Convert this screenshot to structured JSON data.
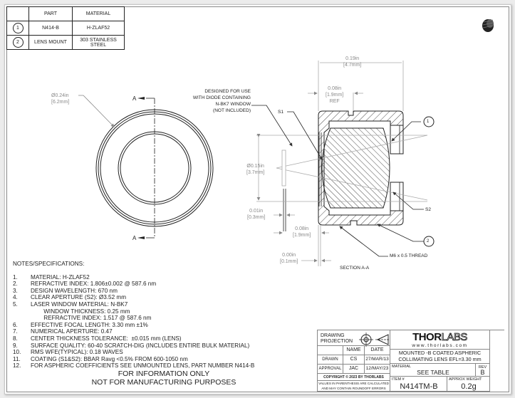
{
  "parts_table": {
    "headers": [
      "",
      "PART",
      "MATERIAL"
    ],
    "rows": [
      {
        "balloon": "1",
        "part": "N414-B",
        "material": "H-ZLAF52"
      },
      {
        "balloon": "2",
        "part": "LENS MOUNT",
        "material": "303 STAINLESS STEEL"
      }
    ]
  },
  "front_view": {
    "diameter_in": "Ø0.24in",
    "diameter_mm": "[6.2mm]",
    "section_label": "A"
  },
  "section_view": {
    "title": "SECTION A-A",
    "design_note": [
      "DESIGNED FOR USE",
      "WITH DIODE CONTAINING",
      "N-BK7 WINDOW",
      "(NOT INCLUDED)"
    ],
    "s1": "S1",
    "s2": "S2",
    "balloon_1": "1",
    "balloon_2": "2",
    "thread": "M6 x 0.5 THREAD",
    "dims": {
      "overall_in": "0.19in",
      "overall_mm": "[4.7mm]",
      "ref_in": "0.08in",
      "ref_mm": "[1.9mm]",
      "ref_label": "REF",
      "aperture_in": "Ø0.15in",
      "aperture_mm": "[3.7mm]",
      "window_in": "0.01in",
      "window_mm": "[0.3mm]",
      "gap_in": "0.08in",
      "gap_mm": "[1.9mm]",
      "offset_in": "0.00in",
      "offset_mm": "[0.1mm]"
    }
  },
  "notes": {
    "heading": "NOTES/SPECIFICATIONS:",
    "items": [
      {
        "num": "1.",
        "text": "MATERIAL: H-ZLAF52"
      },
      {
        "num": "2.",
        "text": "REFRACTIVE INDEX: 1.806±0.002 @ 587.6 nm"
      },
      {
        "num": "3.",
        "text": "DESIGN WAVELENGTH: 670 nm"
      },
      {
        "num": "4.",
        "text": "CLEAR APERTURE (S2): Ø3.52 mm"
      },
      {
        "num": "5.",
        "text": "LASER WINDOW MATERIAL: N-BK7"
      },
      {
        "num": "",
        "text": "        WINDOW THICKNESS: 0.25 mm"
      },
      {
        "num": "",
        "text": "        REFRACTIVE INDEX: 1.517 @ 587.6 nm"
      },
      {
        "num": "6.",
        "text": "EFFECTIVE FOCAL LENGTH: 3.30 mm ±1%"
      },
      {
        "num": "7.",
        "text": "NUMERICAL APERTURE: 0.47"
      },
      {
        "num": "8.",
        "text": "CENTER THICKNESS TOLERANCE:  ±0.015 mm (LENS)"
      },
      {
        "num": "9.",
        "text": "SURFACE QUALITY: 60-40 SCRATCH-DIG (INCLUDES ENTIRE BULK MATERIAL)"
      },
      {
        "num": "10.",
        "text": "RMS WFE(TYPICAL): 0.18 WAVES"
      },
      {
        "num": "11.",
        "text": "COATING (S1&S2): BBAR Ravg <0.5% FROM 600-1050 nm"
      },
      {
        "num": "12.",
        "text": "FOR ASPHERIC COEFFICIENTS SEE UNMOUNTED LENS, PART NUMBER N414-B"
      }
    ]
  },
  "footer": {
    "line1": "FOR INFORMATION ONLY",
    "line2": "NOT FOR MANUFACTURING PURPOSES"
  },
  "title_block": {
    "drawing_projection": "DRAWING PROJECTION",
    "name_header": "NAME",
    "date_header": "DATE",
    "drawn_label": "DRAWN",
    "drawn_name": "CS",
    "drawn_date": "27/MAR/13",
    "approval_label": "APPROVAL",
    "approval_name": "JAC",
    "approval_date": "12/MAY/23",
    "copyright": "COPYRIGHT © 2023 BY THORLABS",
    "values_note_1": "VALUES IN PARENTHESIS ARE CALCULATED",
    "values_note_2": "AND MAY CONTAIN ROUNDOFF ERRORS",
    "logo_bold": "THOR",
    "logo_outline": "LABS",
    "website": "www.thorlabs.com",
    "description_1": "MOUNTED -B COATED ASPHERIC",
    "description_2": "COLLIMATING LENS   EFL=3.30 mm",
    "material_label": "MATERIAL",
    "material_value": "SEE TABLE",
    "rev_label": "REV",
    "rev_value": "B",
    "item_label": "ITEM #",
    "item_value": "N414TM-B",
    "weight_label": "APPROX WEIGHT",
    "weight_value": "0.2g"
  }
}
